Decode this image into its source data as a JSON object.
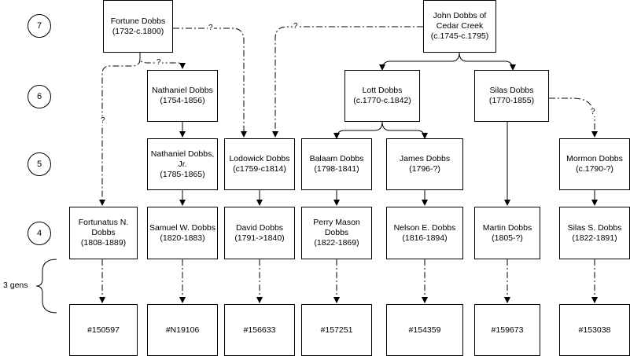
{
  "generations": [
    {
      "id": "gen7",
      "label": "7"
    },
    {
      "id": "gen6",
      "label": "6"
    },
    {
      "id": "gen5",
      "label": "5"
    },
    {
      "id": "gen4",
      "label": "4"
    }
  ],
  "gens_note": "3 gens",
  "question_mark": "?",
  "people": {
    "fortune": [
      "Fortune Dobbs",
      "(1732-c.1800)"
    ],
    "john": [
      "John Dobbs of",
      "Cedar Creek",
      "(c.1745-c.1795)"
    ],
    "nathaniel": [
      "Nathaniel Dobbs",
      "(1754-1856)"
    ],
    "lott": [
      "Lott Dobbs",
      "(c.1770-c.1842)"
    ],
    "silas": [
      "Silas Dobbs",
      "(1770-1855)"
    ],
    "nathaniel_jr": [
      "Nathaniel Dobbs,",
      "Jr.",
      "(1785-1865)"
    ],
    "lodowick": [
      "Lodowick Dobbs",
      "(c1759-c1814)"
    ],
    "balaam": [
      "Balaam Dobbs",
      "(1798-1841)"
    ],
    "james": [
      "James Dobbs",
      "(1796-?)"
    ],
    "mormon": [
      "Mormon Dobbs",
      "(c.1790-?)"
    ],
    "fortunatus": [
      "Fortunatus N.",
      "Dobbs",
      "(1808-1889)"
    ],
    "samuel": [
      "Samuel W. Dobbs",
      "(1820-1883)"
    ],
    "david": [
      "David Dobbs",
      "(1791->1840)"
    ],
    "perry": [
      "Perry Mason",
      "Dobbs",
      "(1822-1869)"
    ],
    "nelson": [
      "Nelson E. Dobbs",
      "(1816-1894)"
    ],
    "martin": [
      "Martin Dobbs",
      "(1805-?)"
    ],
    "silas_s": [
      "Silas S. Dobbs",
      "(1822-1891)"
    ]
  },
  "kits": {
    "k1": "#150597",
    "k2": "#N19106",
    "k3": "#156633",
    "k4": "#157251",
    "k5": "#154359",
    "k6": "#159673",
    "k7": "#153038"
  }
}
